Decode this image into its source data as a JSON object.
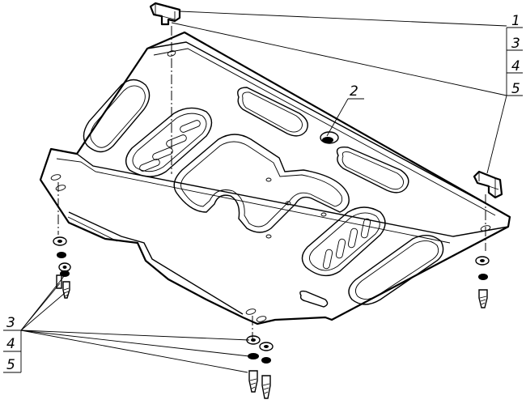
{
  "labels": {
    "top_right": [
      "1",
      "3",
      "4",
      "5"
    ],
    "center": "2",
    "bottom_left": [
      "3",
      "4",
      "5"
    ]
  }
}
